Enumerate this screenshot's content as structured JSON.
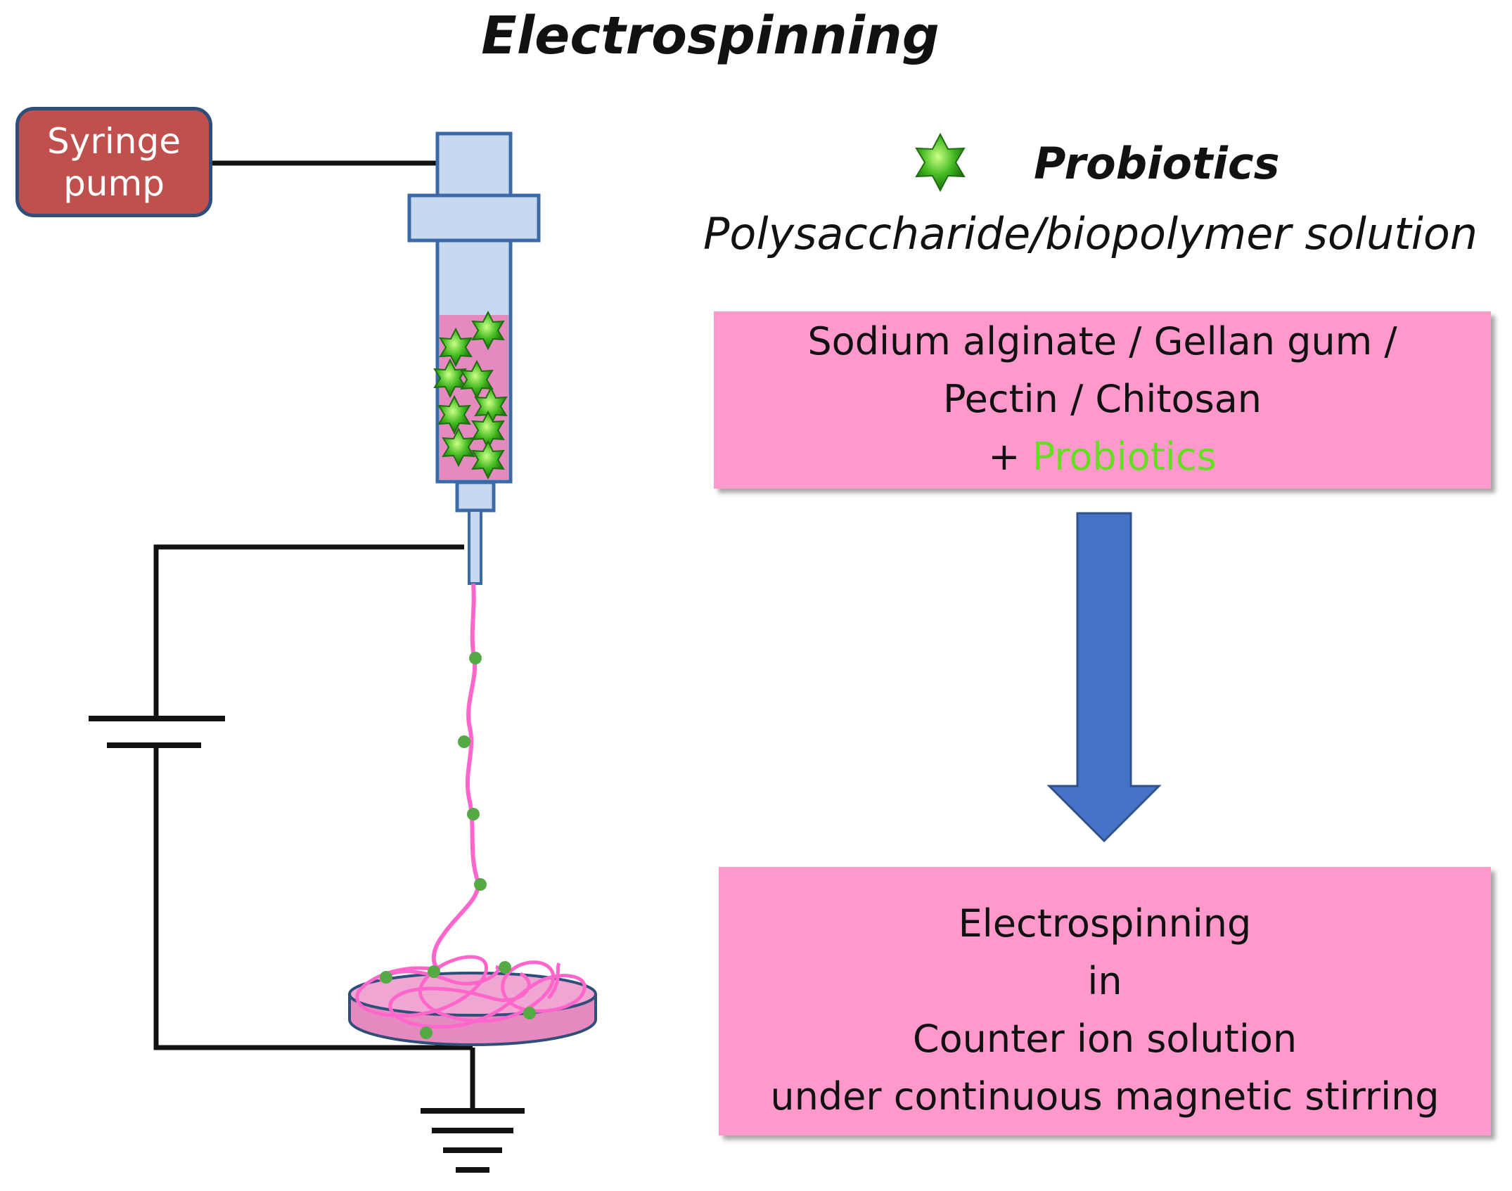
{
  "title": "Electrospinning",
  "syringe_pump": {
    "line1": "Syringe",
    "line2": "pump"
  },
  "legend": {
    "probiotics_label": "Probiotics",
    "solution_label": "Polysaccharide/biopolymer solution"
  },
  "solution_box": {
    "line1": "Sodium alginate / Gellan gum /",
    "line2": "Pectin / Chitosan",
    "plus": "+ ",
    "probiotics": "Probiotics"
  },
  "process_box": {
    "line1": "Electrospinning",
    "line2": "in",
    "line3": "Counter ion solution",
    "line4": "under continuous magnetic stirring"
  },
  "colors": {
    "pump_fill": "#c0504d",
    "syringe_fill": "#c6d9f1",
    "solution_fill": "#ff99cc",
    "fiber": "#ff66cc",
    "probiotic": "#44bb22",
    "arrow": "#4472c4"
  }
}
